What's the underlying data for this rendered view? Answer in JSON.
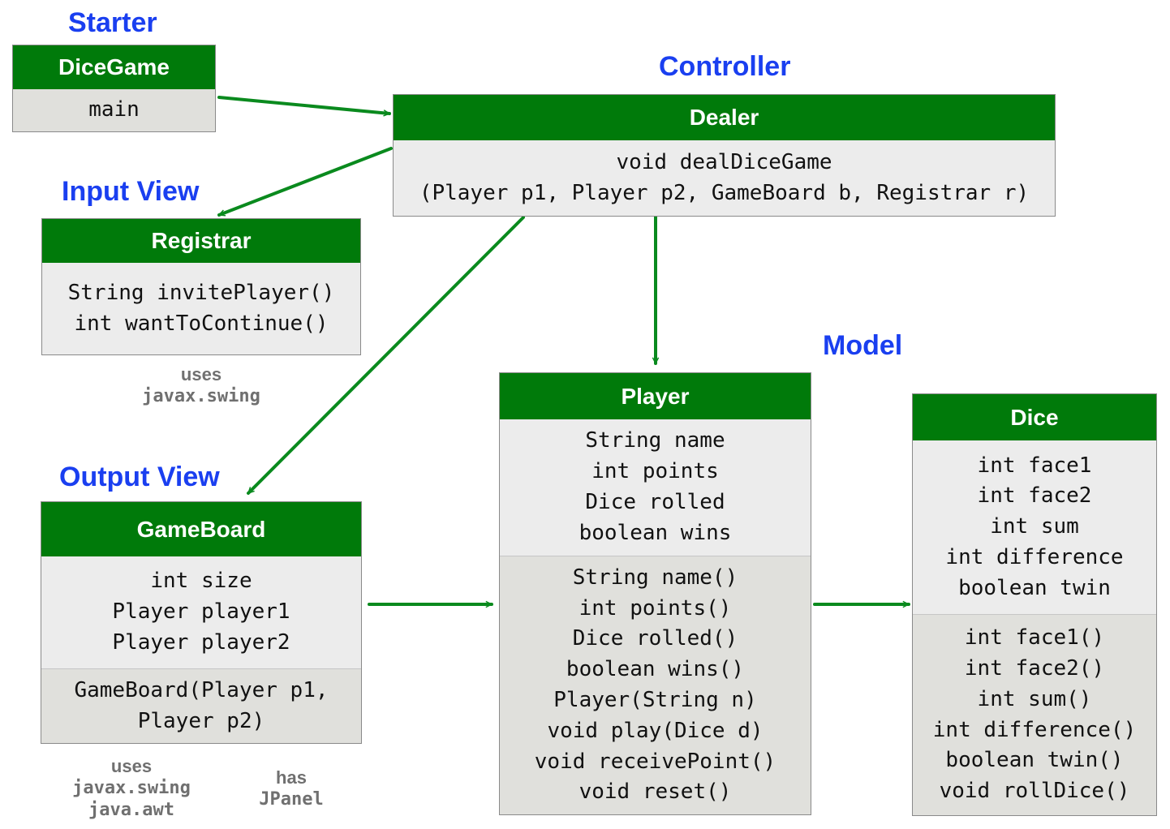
{
  "headings": {
    "starter": "Starter",
    "controller": "Controller",
    "input_view": "Input View",
    "output_view": "Output View",
    "model": "Model"
  },
  "classes": {
    "dicegame": {
      "name": "DiceGame",
      "attributes": [],
      "methods": [
        "main"
      ]
    },
    "dealer": {
      "name": "Dealer",
      "attributes": [],
      "methods": [
        "void dealDiceGame",
        "(Player p1, Player p2, GameBoard b, Registrar r)"
      ]
    },
    "registrar": {
      "name": "Registrar",
      "attributes": [],
      "methods": [
        "String invitePlayer()",
        "int wantToContinue()"
      ]
    },
    "gameboard": {
      "name": "GameBoard",
      "attributes": [
        "int size",
        "Player player1",
        "Player player2"
      ],
      "methods": [
        "GameBoard(Player p1,",
        "Player p2)"
      ]
    },
    "player": {
      "name": "Player",
      "attributes": [
        "String name",
        "int points",
        "Dice rolled",
        "boolean wins"
      ],
      "methods": [
        "String name()",
        "int points()",
        "Dice rolled()",
        "boolean wins()",
        "Player(String n)",
        "void play(Dice d)",
        "void receivePoint()",
        "void reset()"
      ]
    },
    "dice": {
      "name": "Dice",
      "attributes": [
        "int face1",
        "int face2",
        "int sum",
        "int difference",
        "boolean twin"
      ],
      "methods": [
        "int face1()",
        "int face2()",
        "int sum()",
        "int difference()",
        "boolean twin()",
        "void rollDice()"
      ]
    }
  },
  "notes": {
    "registrar_uses": {
      "verb": "uses",
      "packages": [
        "javax.swing"
      ]
    },
    "gameboard_uses": {
      "verb": "uses",
      "packages": [
        "javax.swing",
        "java.awt"
      ]
    },
    "gameboard_has": {
      "verb": "has",
      "packages": [
        "JPanel"
      ]
    }
  },
  "colors": {
    "class_header": "#007a0a",
    "heading_text": "#1a3ff0",
    "arrow": "#0a8a1e",
    "note_text": "#707070"
  }
}
